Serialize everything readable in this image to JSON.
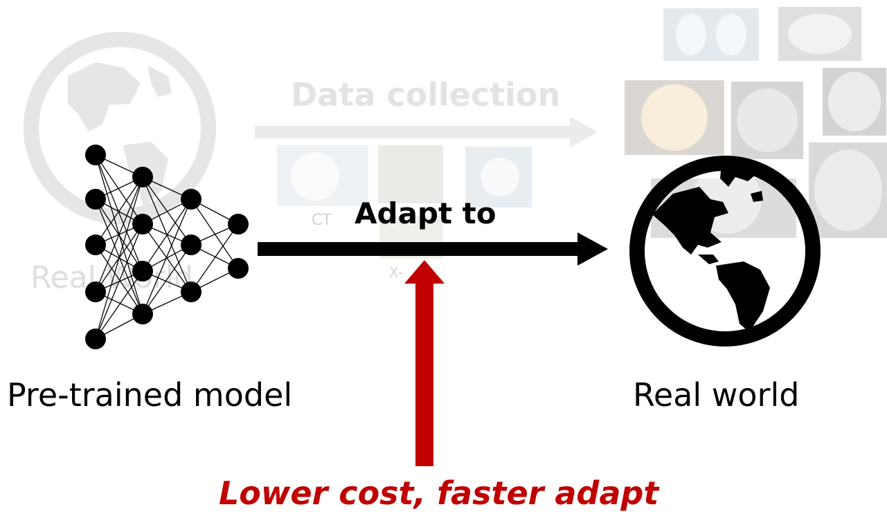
{
  "background": {
    "data_collection": "Data collection",
    "modality_ct": "CT",
    "modality_xray": "X-",
    "ghost_real_world": "Real World"
  },
  "model": {
    "label": "Pre-trained model"
  },
  "arrow": {
    "label": "Adapt to"
  },
  "world": {
    "label": "Real world"
  },
  "callout": {
    "label": "Lower cost, faster adapt"
  },
  "colors": {
    "accent": "#c00000",
    "ink": "#000000",
    "ghost": "#d9d9d9"
  }
}
